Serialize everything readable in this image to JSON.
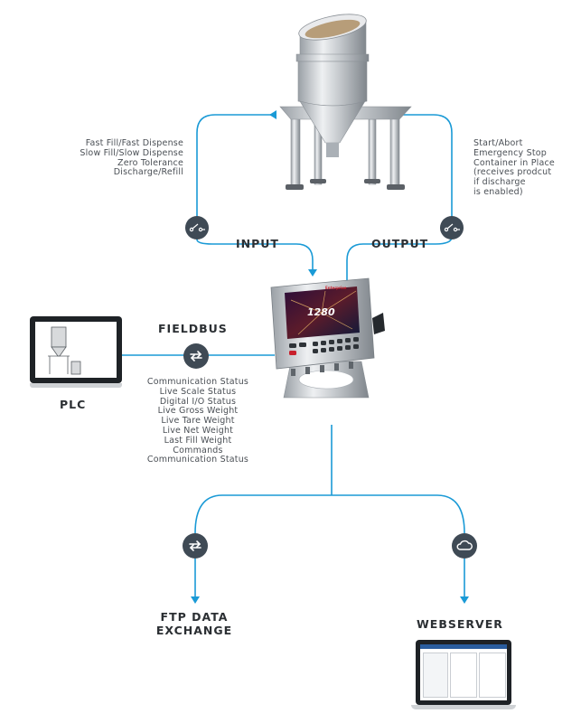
{
  "input": {
    "title": "INPUT",
    "items": [
      "Fast Fill/Fast Dispense",
      "Slow Fill/Slow Dispense",
      "Zero Tolerance",
      "Discharge/Refill"
    ]
  },
  "output": {
    "title": "OUTPUT",
    "items": [
      "Start/Abort",
      "Emergency Stop",
      "Container in Place",
      "(receives prodcut",
      "if discharge",
      "is enabled)"
    ]
  },
  "fieldbus": {
    "title": "FIELDBUS",
    "items": [
      "Communication Status",
      "Live Scale Status",
      "Digital I/O Status",
      "Live Gross Weight",
      "Live Tare Weight",
      "Live Net Weight",
      "Last Fill Weight",
      "Commands",
      "Communication Status"
    ]
  },
  "plc": {
    "title": "PLC"
  },
  "ftp": {
    "title_line1": "FTP DATA",
    "title_line2": "EXCHANGE"
  },
  "webserver": {
    "title": "WEBSERVER"
  },
  "indicator": {
    "model": "1280",
    "brand": "Enterprise"
  },
  "colors": {
    "line": "#1a9ad6",
    "node": "#3f4a55"
  },
  "icons": [
    "switch-icon",
    "sync-arrows-icon",
    "cloud-icon"
  ]
}
